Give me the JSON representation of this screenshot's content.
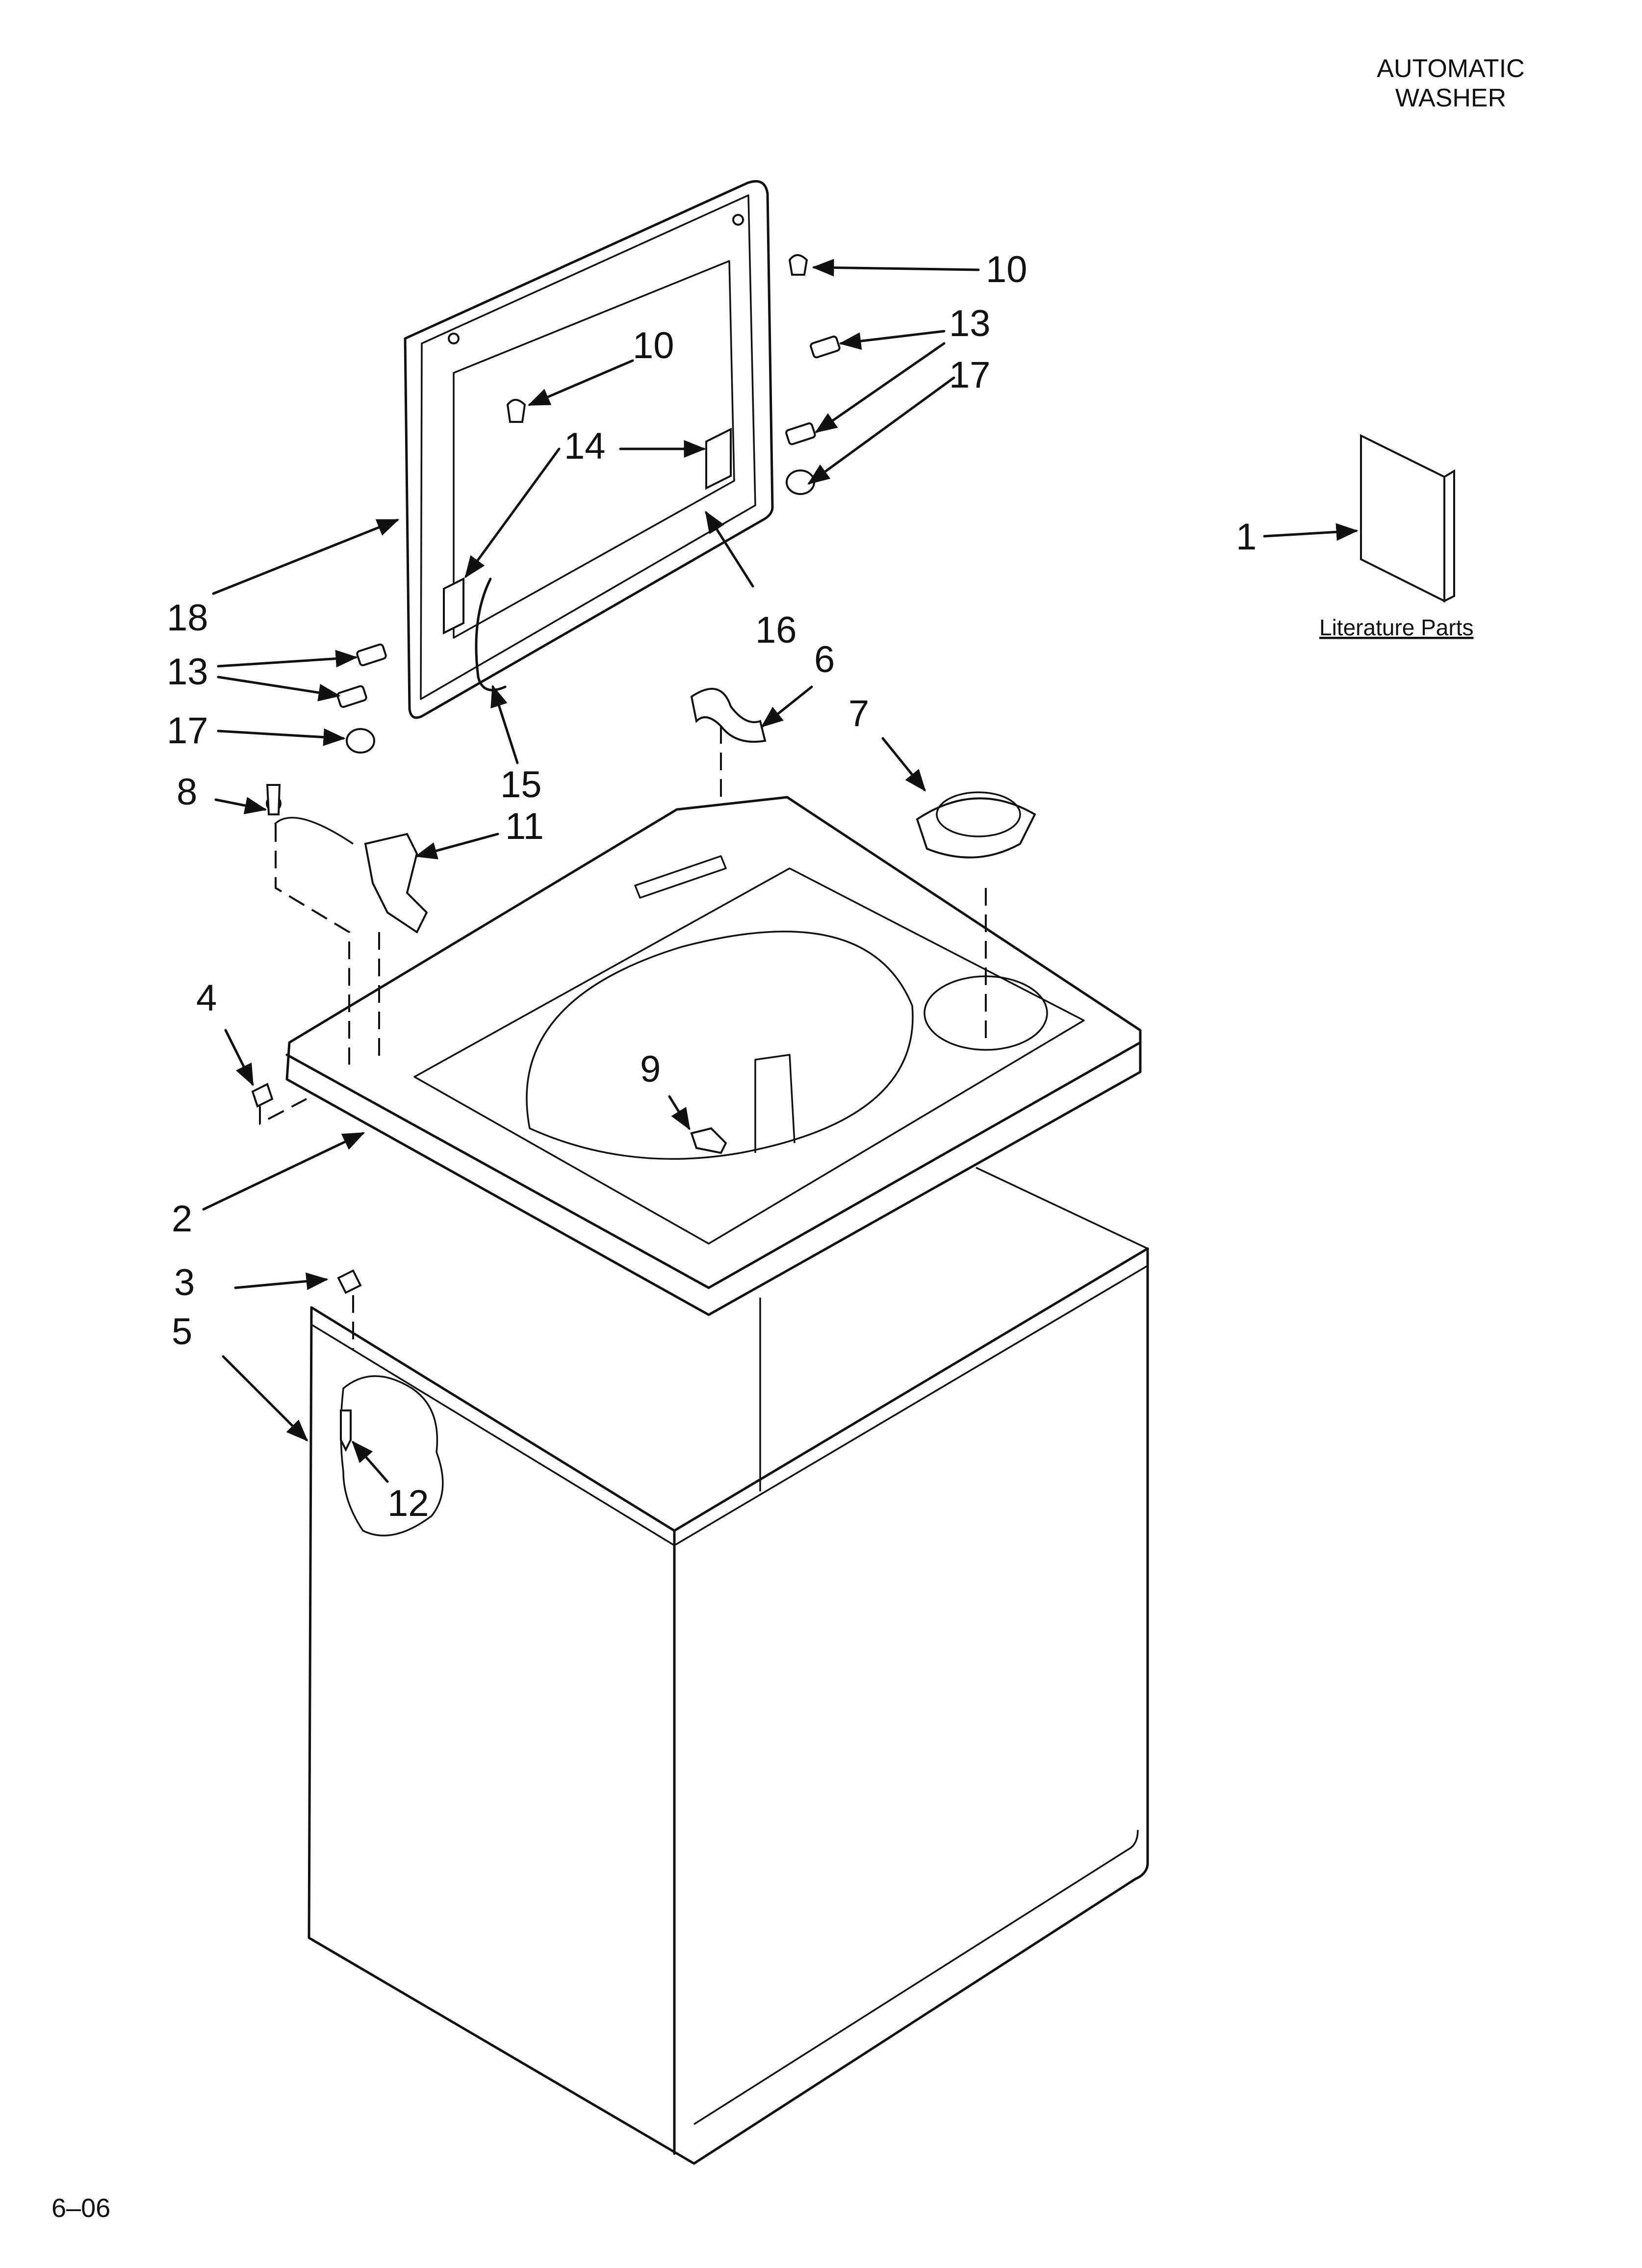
{
  "header": {
    "title_line1": "AUTOMATIC",
    "title_line2": "WASHER"
  },
  "footer": {
    "page_code": "6–06"
  },
  "literature": {
    "label": "Literature Parts"
  },
  "callouts": [
    "1",
    "2",
    "3",
    "4",
    "5",
    "6",
    "7",
    "8",
    "9",
    "10",
    "10",
    "11",
    "12",
    "13",
    "13",
    "14",
    "15",
    "16",
    "17",
    "17",
    "18"
  ]
}
